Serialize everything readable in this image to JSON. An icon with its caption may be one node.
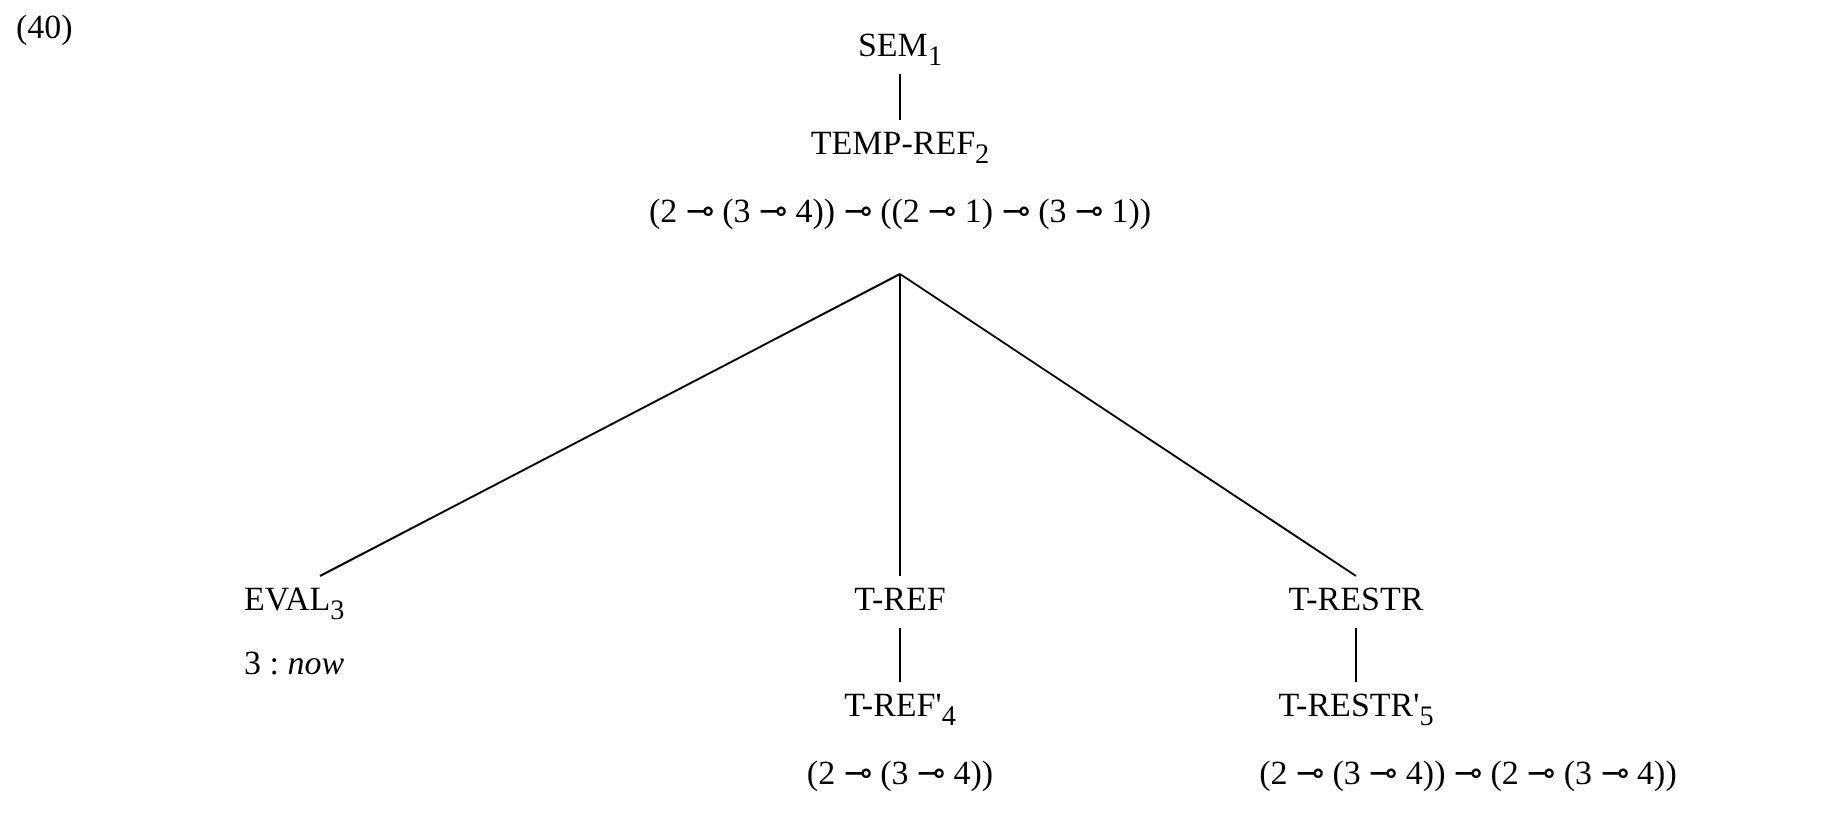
{
  "diagram": {
    "nodes": [
      {
        "text": [
          "SEM$_{1}$"
        ]
      },
      {
        "text": [
          "TEMP-REF$_{2}$",
          "(2 ⊸ (3 ⊸ 4)) ⊸ ((2 ⊸ 1) ⊸ (3 ⊸ 1))"
        ]
      },
      {
        "text": [
          "EVAL$_{3}$",
          "3 : *now*"
        ]
      },
      {
        "text": [
          "T-REF"
        ]
      },
      {
        "text": [
          "T-REF'$_{4}$",
          "(2 ⊸ (3 ⊸ 4))"
        ]
      },
      {
        "text": [
          "T-RESTR"
        ]
      },
      {
        "text": [
          "T-RESTR'$_{5}$",
          "(2 ⊸ (3 ⊸ 4)) ⊸ (2 ⊸ (3 ⊸ 4))"
        ]
      }
    ],
    "edges": [
      {
        "from": 0,
        "to": 1,
        "arrow": "none"
      },
      {
        "from": 1,
        "to": 2,
        "arrow": "none"
      },
      {
        "from": 1,
        "to": 3,
        "arrow": "none"
      },
      {
        "from": 1,
        "to": 5,
        "arrow": "none"
      },
      {
        "from": 3,
        "to": 4,
        "arrow": "none"
      },
      {
        "from": 5,
        "to": 6,
        "arrow": "none"
      }
    ],
    "labels": [
      "(40)"
    ]
  }
}
